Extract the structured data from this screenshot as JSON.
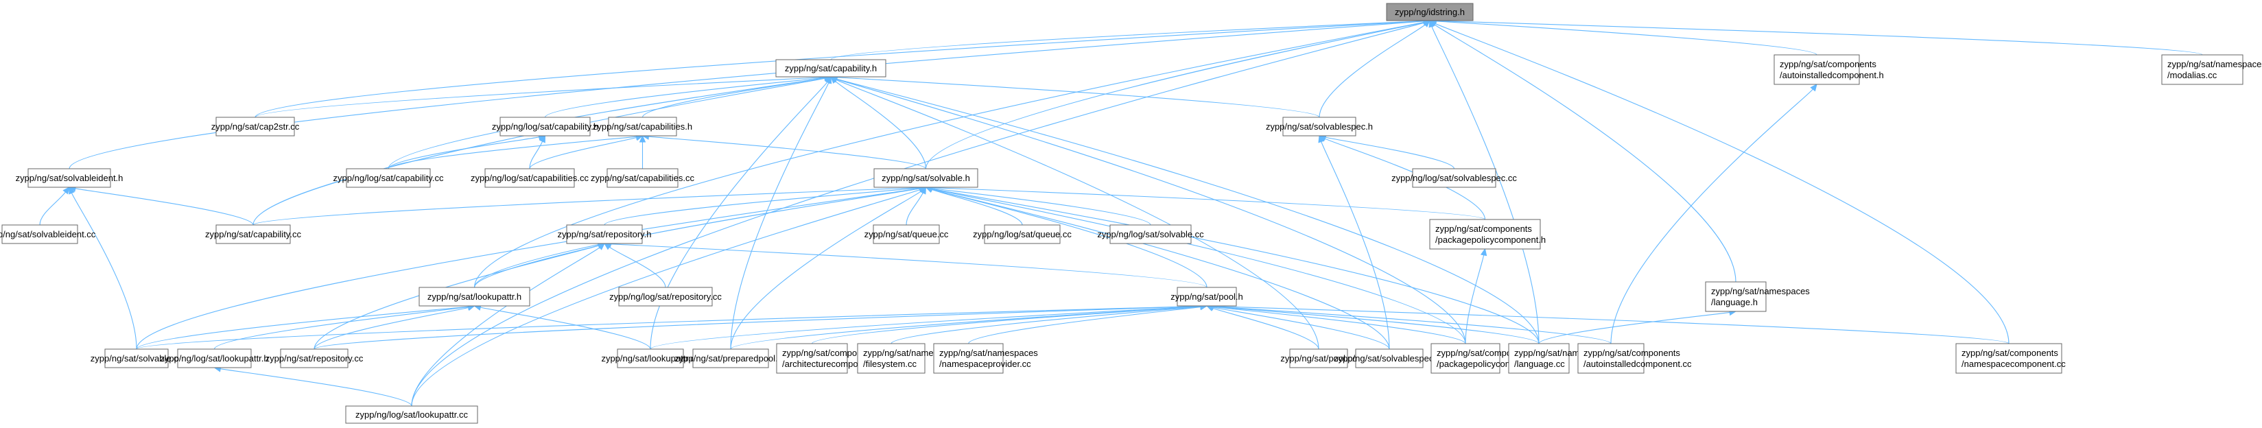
{
  "title": "zypp/ng/idstring.h include dependency graph",
  "colors": {
    "edge": "#63b8ff",
    "root_fill": "#999999",
    "node_border": "#666666",
    "node_fill": "#ffffff"
  },
  "nodes": [
    {
      "id": "idstring_h",
      "lines": [
        "zypp/ng/idstring.h"
      ],
      "root": true
    },
    {
      "id": "capability_h",
      "lines": [
        "zypp/ng/sat/capability.h"
      ]
    },
    {
      "id": "autoinstalledcomponent_h",
      "lines": [
        "zypp/ng/sat/components",
        "/autoinstalledcomponent.h"
      ]
    },
    {
      "id": "modalias_cc",
      "lines": [
        "zypp/ng/sat/namespaces",
        "/modalias.cc"
      ]
    },
    {
      "id": "cap2str_cc",
      "lines": [
        "zypp/ng/sat/cap2str.cc"
      ]
    },
    {
      "id": "log_capability_h",
      "lines": [
        "zypp/ng/log/sat/capability.h"
      ]
    },
    {
      "id": "capabilities_h",
      "lines": [
        "zypp/ng/sat/capabilities.h"
      ]
    },
    {
      "id": "solvablespec_h",
      "lines": [
        "zypp/ng/sat/solvablespec.h"
      ]
    },
    {
      "id": "solvableident_h",
      "lines": [
        "zypp/ng/sat/solvableident.h"
      ]
    },
    {
      "id": "log_capability_cc",
      "lines": [
        "zypp/ng/log/sat/capability.cc"
      ]
    },
    {
      "id": "log_capabilities_cc",
      "lines": [
        "zypp/ng/log/sat/capabilities.cc"
      ]
    },
    {
      "id": "capabilities_cc",
      "lines": [
        "zypp/ng/sat/capabilities.cc"
      ]
    },
    {
      "id": "solvable_h",
      "lines": [
        "zypp/ng/sat/solvable.h"
      ]
    },
    {
      "id": "log_solvablespec_cc",
      "lines": [
        "zypp/ng/log/sat/solvablespec.cc"
      ]
    },
    {
      "id": "solvableident_cc",
      "lines": [
        "zypp/ng/sat/solvableident.cc"
      ]
    },
    {
      "id": "capability_cc",
      "lines": [
        "zypp/ng/sat/capability.cc"
      ]
    },
    {
      "id": "repository_h",
      "lines": [
        "zypp/ng/sat/repository.h"
      ]
    },
    {
      "id": "queue_cc",
      "lines": [
        "zypp/ng/sat/queue.cc"
      ]
    },
    {
      "id": "log_queue_cc",
      "lines": [
        "zypp/ng/log/sat/queue.cc"
      ]
    },
    {
      "id": "log_solvable_cc",
      "lines": [
        "zypp/ng/log/sat/solvable.cc"
      ]
    },
    {
      "id": "packagepolicycomponent_h",
      "lines": [
        "zypp/ng/sat/components",
        "/packagepolicycomponent.h"
      ]
    },
    {
      "id": "language_h",
      "lines": [
        "zypp/ng/sat/namespaces",
        "/language.h"
      ]
    },
    {
      "id": "lookupattr_h",
      "lines": [
        "zypp/ng/sat/lookupattr.h"
      ]
    },
    {
      "id": "log_repository_cc",
      "lines": [
        "zypp/ng/log/sat/repository.cc"
      ]
    },
    {
      "id": "pool_h",
      "lines": [
        "zypp/ng/sat/pool.h"
      ]
    },
    {
      "id": "solvable_cc",
      "lines": [
        "zypp/ng/sat/solvable.cc"
      ]
    },
    {
      "id": "log_lookupattr_h",
      "lines": [
        "zypp/ng/log/sat/lookupattr.h"
      ]
    },
    {
      "id": "repository_cc",
      "lines": [
        "zypp/ng/sat/repository.cc"
      ]
    },
    {
      "id": "lookupattr_cc",
      "lines": [
        "zypp/ng/sat/lookupattr.cc"
      ]
    },
    {
      "id": "preparedpool_cc",
      "lines": [
        "zypp/ng/sat/preparedpool.cc"
      ]
    },
    {
      "id": "architecturecomponent_cc",
      "lines": [
        "zypp/ng/sat/components",
        "/architecturecomponent.cc"
      ]
    },
    {
      "id": "filesystem_cc",
      "lines": [
        "zypp/ng/sat/namespaces",
        "/filesystem.cc"
      ]
    },
    {
      "id": "namespaceprovider_cc",
      "lines": [
        "zypp/ng/sat/namespaces",
        "/namespaceprovider.cc"
      ]
    },
    {
      "id": "pool_cc",
      "lines": [
        "zypp/ng/sat/pool.cc"
      ]
    },
    {
      "id": "solvablespec_cc",
      "lines": [
        "zypp/ng/sat/solvablespec.cc"
      ]
    },
    {
      "id": "packagepolicycomponent_cc",
      "lines": [
        "zypp/ng/sat/components",
        "/packagepolicycomponent.cc"
      ]
    },
    {
      "id": "language_cc",
      "lines": [
        "zypp/ng/sat/namespaces",
        "/language.cc"
      ]
    },
    {
      "id": "autoinstalledcomponent_cc",
      "lines": [
        "zypp/ng/sat/components",
        "/autoinstalledcomponent.cc"
      ]
    },
    {
      "id": "namespacecomponent_cc",
      "lines": [
        "zypp/ng/sat/components",
        "/namespacecomponent.cc"
      ]
    },
    {
      "id": "log_lookupattr_cc",
      "lines": [
        "zypp/ng/log/sat/lookupattr.cc"
      ]
    }
  ],
  "edges": [
    [
      "capability_h",
      "idstring_h"
    ],
    [
      "autoinstalledcomponent_h",
      "idstring_h"
    ],
    [
      "modalias_cc",
      "idstring_h"
    ],
    [
      "solvablespec_h",
      "idstring_h"
    ],
    [
      "solvableident_h",
      "idstring_h"
    ],
    [
      "solvable_h",
      "idstring_h"
    ],
    [
      "language_h",
      "idstring_h"
    ],
    [
      "lookupattr_h",
      "idstring_h"
    ],
    [
      "cap2str_cc",
      "idstring_h"
    ],
    [
      "namespacecomponent_cc",
      "idstring_h"
    ],
    [
      "log_lookupattr_cc",
      "idstring_h"
    ],
    [
      "language_cc",
      "idstring_h"
    ],
    [
      "cap2str_cc",
      "capability_h"
    ],
    [
      "log_capability_h",
      "capability_h"
    ],
    [
      "capabilities_h",
      "capability_h"
    ],
    [
      "solvablespec_h",
      "capability_h"
    ],
    [
      "solvable_h",
      "capability_h"
    ],
    [
      "capability_cc",
      "capability_h"
    ],
    [
      "log_capability_cc",
      "capability_h"
    ],
    [
      "preparedpool_cc",
      "capability_h"
    ],
    [
      "lookupattr_cc",
      "capability_h"
    ],
    [
      "pool_cc",
      "capability_h"
    ],
    [
      "packagepolicycomponent_cc",
      "capability_h"
    ],
    [
      "language_cc",
      "capability_h"
    ],
    [
      "log_capability_cc",
      "log_capability_h"
    ],
    [
      "log_capabilities_cc",
      "log_capability_h"
    ],
    [
      "log_capability_cc",
      "capabilities_h"
    ],
    [
      "log_capabilities_cc",
      "capabilities_h"
    ],
    [
      "capabilities_cc",
      "capabilities_h"
    ],
    [
      "solvable_h",
      "capabilities_h"
    ],
    [
      "log_solvablespec_cc",
      "solvablespec_h"
    ],
    [
      "packagepolicycomponent_h",
      "solvablespec_h"
    ],
    [
      "solvablespec_cc",
      "solvablespec_h"
    ],
    [
      "solvableident_cc",
      "solvableident_h"
    ],
    [
      "capability_cc",
      "solvableident_h"
    ],
    [
      "solvable_cc",
      "solvableident_h"
    ],
    [
      "capability_cc",
      "solvable_h"
    ],
    [
      "repository_h",
      "solvable_h"
    ],
    [
      "queue_cc",
      "solvable_h"
    ],
    [
      "log_queue_cc",
      "solvable_h"
    ],
    [
      "log_solvable_cc",
      "solvable_h"
    ],
    [
      "packagepolicycomponent_h",
      "solvable_h"
    ],
    [
      "pool_h",
      "solvable_h"
    ],
    [
      "lookupattr_h",
      "solvable_h"
    ],
    [
      "solvable_cc",
      "solvable_h"
    ],
    [
      "preparedpool_cc",
      "solvable_h"
    ],
    [
      "solvablespec_cc",
      "solvable_h"
    ],
    [
      "packagepolicycomponent_cc",
      "solvable_h"
    ],
    [
      "language_cc",
      "solvable_h"
    ],
    [
      "log_lookupattr_cc",
      "solvable_h"
    ],
    [
      "lookupattr_h",
      "repository_h"
    ],
    [
      "log_repository_cc",
      "repository_h"
    ],
    [
      "pool_h",
      "repository_h"
    ],
    [
      "repository_cc",
      "repository_h"
    ],
    [
      "log_lookupattr_cc",
      "repository_h"
    ],
    [
      "packagepolicycomponent_cc",
      "packagepolicycomponent_h"
    ],
    [
      "language_cc",
      "language_h"
    ],
    [
      "autoinstalledcomponent_cc",
      "autoinstalledcomponent_h"
    ],
    [
      "solvable_cc",
      "lookupattr_h"
    ],
    [
      "log_lookupattr_h",
      "lookupattr_h"
    ],
    [
      "repository_cc",
      "lookupattr_h"
    ],
    [
      "lookupattr_cc",
      "lookupattr_h"
    ],
    [
      "solvable_cc",
      "pool_h"
    ],
    [
      "repository_cc",
      "pool_h"
    ],
    [
      "lookupattr_cc",
      "pool_h"
    ],
    [
      "preparedpool_cc",
      "pool_h"
    ],
    [
      "architecturecomponent_cc",
      "pool_h"
    ],
    [
      "filesystem_cc",
      "pool_h"
    ],
    [
      "namespaceprovider_cc",
      "pool_h"
    ],
    [
      "pool_cc",
      "pool_h"
    ],
    [
      "solvablespec_cc",
      "pool_h"
    ],
    [
      "packagepolicycomponent_cc",
      "pool_h"
    ],
    [
      "language_cc",
      "pool_h"
    ],
    [
      "autoinstalledcomponent_cc",
      "pool_h"
    ],
    [
      "namespacecomponent_cc",
      "pool_h"
    ],
    [
      "log_lookupattr_cc",
      "log_lookupattr_h"
    ]
  ]
}
